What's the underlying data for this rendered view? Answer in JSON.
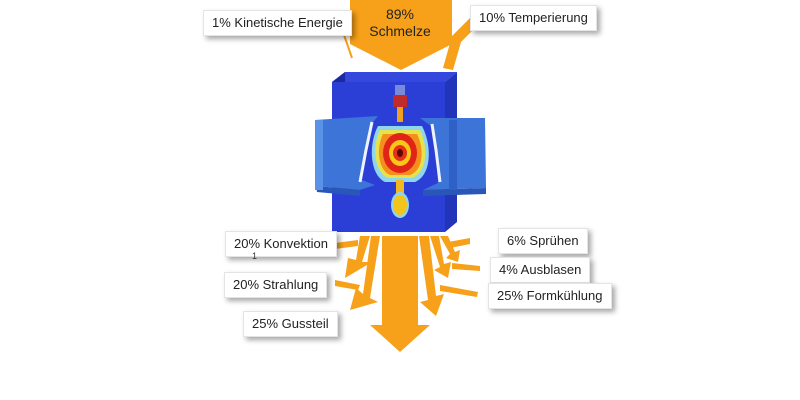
{
  "inputs": {
    "melt_percent": "89%",
    "melt_label": "Schmelze",
    "kinetic": "1% Kinetische Energie",
    "tempering": "10%  Temperierung"
  },
  "outputs": {
    "convection": "20% Konvektion",
    "radiation": "20% Strahlung",
    "casting": "25% Gussteil",
    "spraying": "6% Sprühen",
    "blowing": "4% Ausblasen",
    "mold_cooling": "25%  Formkühlung"
  },
  "stray_mark": "1",
  "colors": {
    "flow": "#F7A11A",
    "mold_front": "#2B3FD6",
    "mold_dark": "#1B2A9E",
    "mold_light": "#3D74D8",
    "hot_red": "#E02418",
    "hot_yellow": "#F4D414"
  }
}
